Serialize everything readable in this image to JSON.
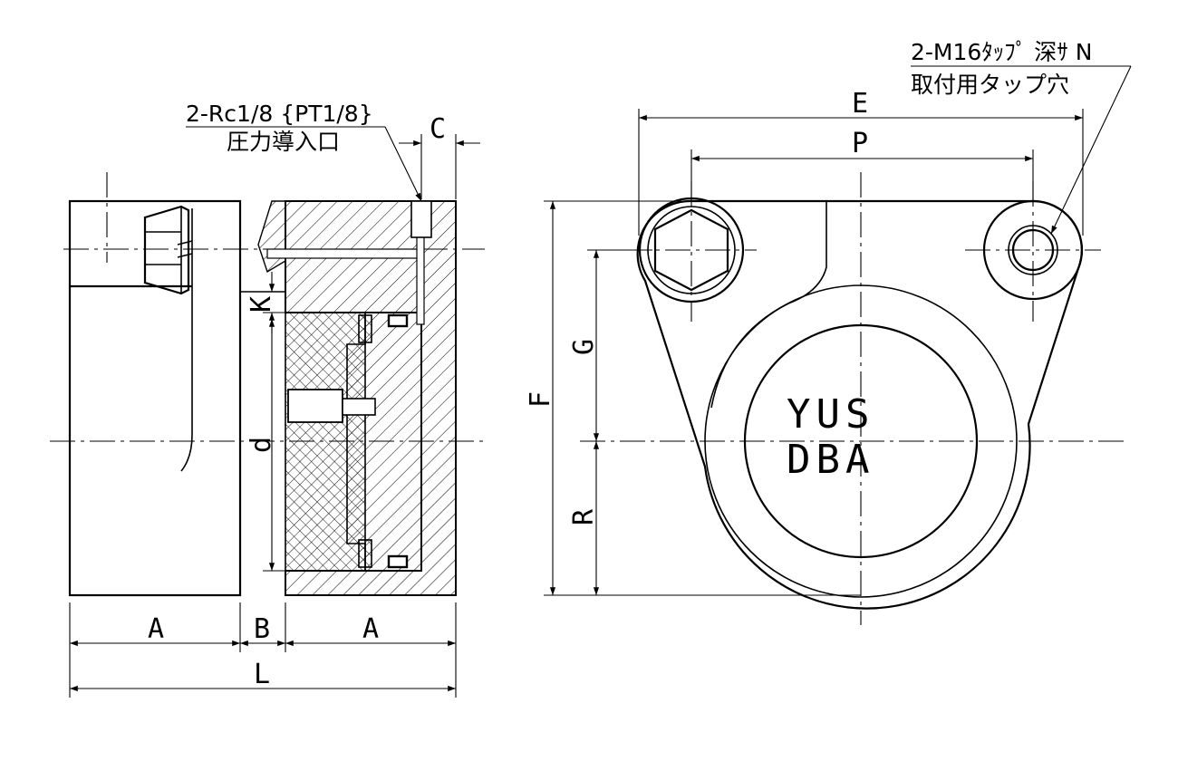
{
  "side_view": {
    "port_note_line1": "2-Rc1/8 {PT1/8}",
    "port_note_line2": "圧力導入口",
    "dims": {
      "A_left": "A",
      "B": "B",
      "A_right": "A",
      "L": "L",
      "C": "C",
      "K": "K",
      "d": "d"
    }
  },
  "front_view": {
    "tap_note_line1": "2-M16ﾀｯﾌﾟ 深ｻ N",
    "tap_note_line2": "取付用タップ穴",
    "dims": {
      "E": "E",
      "P": "P",
      "F": "F",
      "G": "G",
      "R": "R"
    },
    "marking_line1": "YUS",
    "marking_line2": "DBA"
  }
}
